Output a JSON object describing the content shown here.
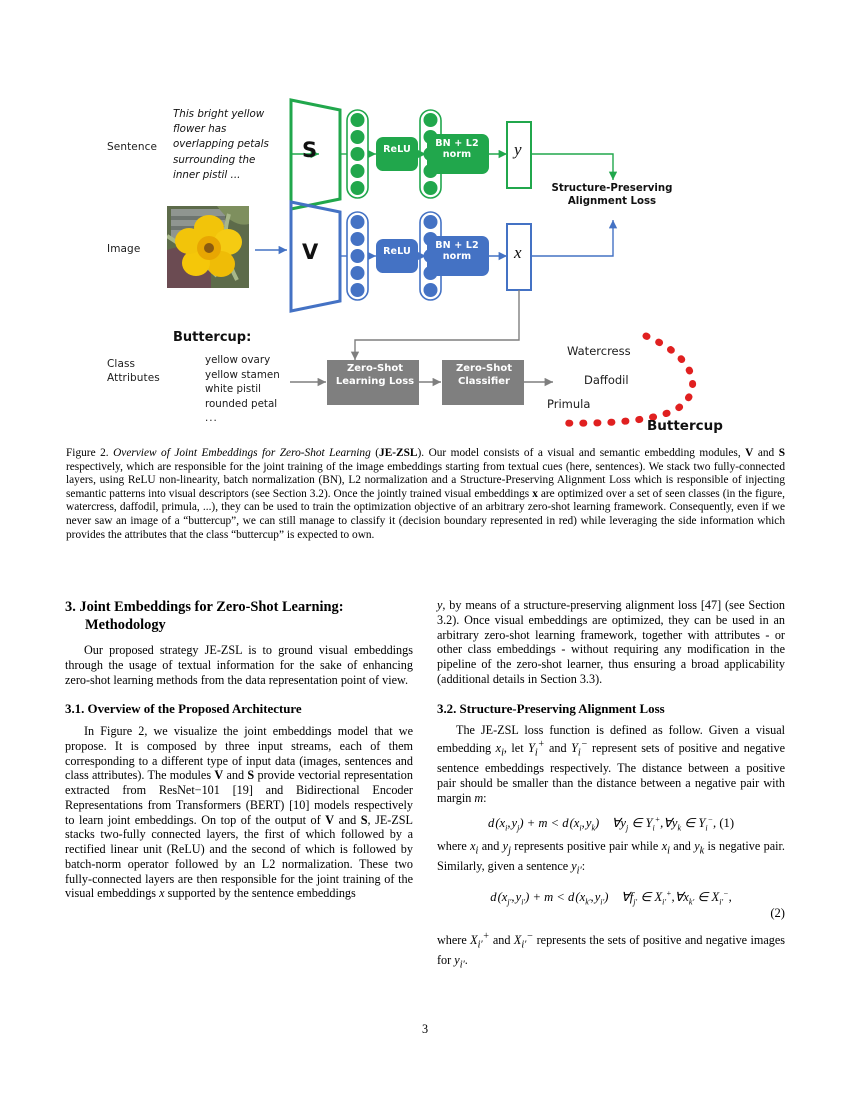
{
  "figure": {
    "labels": {
      "sentence": "Sentence",
      "image": "Image",
      "class_attributes_line1": "Class",
      "class_attributes_line2": "Attributes"
    },
    "sentence_text": "This bright yellow flower has overlapping petals surrounding the inner pistil ...",
    "class_title": "Buttercup:",
    "class_attributes": [
      "yellow ovary",
      "yellow stamen",
      "white pistil",
      "rounded petal",
      "..."
    ],
    "encoders": {
      "semantic": "S",
      "visual": "V"
    },
    "blocks": {
      "relu": "ReLU",
      "bn_l2_line1": "BN + L2",
      "bn_l2_line2": "norm",
      "zsl_loss_line1": "Zero-Shot",
      "zsl_loss_line2": "Learning Loss",
      "zs_classifier_line1": "Zero-Shot",
      "zs_classifier_line2": "Classifier"
    },
    "outputs": {
      "sentence_embedding": "y",
      "visual_embedding": "x"
    },
    "alignment_loss_line1": "Structure-Preserving",
    "alignment_loss_line2": "Alignment Loss",
    "classes": [
      "Watercress",
      "Daffodil",
      "Primula"
    ],
    "unseen_class": "Buttercup",
    "colors": {
      "green": "#21a74c",
      "blue": "#4472c4",
      "gray": "#7f7f7f",
      "red": "#e02020"
    }
  },
  "caption": {
    "number": "Figure 2.",
    "title": "Overview of Joint Embeddings for Zero-Shot Learning",
    "acronym": "JE-ZSL",
    "body_1": "). Our model consists of a visual and semantic embedding modules, ",
    "bold_v": "V",
    "body_2": " and ",
    "bold_s": "S",
    "body_3": " respectively, which are responsible for the joint training of the image embeddings starting from textual cues (here, sentences). We stack two fully-connected layers, using ReLU non-linearity, batch normalization (BN), L2 normalization and a Structure-Preserving Alignment Loss which is responsible of injecting semantic patterns into visual descriptors (see Section 3.2). Once the jointly trained visual embeddings ",
    "bold_x": "x",
    "body_4": " are optimized over a set of seen classes (in the figure, watercress, daffodil, primula, ...), they can be used to train the optimization objective of an arbitrary zero-shot learning framework. Consequently, even if we never saw an image of a “buttercup”, we can still manage to classify it (decision boundary represented in red) while leveraging the side information which provides the attributes that the class “buttercup” is expected to own."
  },
  "left_column": {
    "section_heading_line1": "3. Joint Embeddings for Zero-Shot Learning:",
    "section_heading_line2": "Methodology",
    "paragraph_1": "Our proposed strategy JE-ZSL is to ground visual embeddings through the usage of textual information for the sake of enhancing zero-shot learning methods from the data representation point of view.",
    "subsection_heading": "3.1. Overview of the Proposed Architecture",
    "paragraph_2a": "In Figure 2, we visualize the joint embeddings model that we propose. It is composed by three input streams, each of them corresponding to a different type of input data (images, sentences and class attributes). The modules ",
    "paragraph_2b": " and ",
    "paragraph_2c": " provide vectorial representation extracted from ResNet−101 [19] and Bidirectional Encoder Representations from Transformers (BERT) [10] models respectively to learn joint embeddings. On top of the output of ",
    "paragraph_2d": " and ",
    "paragraph_2e": ", JE-ZSL stacks two-fully connected layers, the first of which followed by a rectified linear unit (ReLU) and the second of which is followed by batch-norm operator followed by an L2 normalization. These two fully-connected layers are then responsible for the joint training of the visual embeddings ",
    "paragraph_2f": " supported by the sentence embeddings",
    "bold_v": "V",
    "bold_s": "S",
    "math_x": "x"
  },
  "right_column": {
    "paragraph_1a": ", by means of a structure-preserving alignment loss [47] (see Section 3.2). Once visual embeddings are optimized, they can be used in an arbitrary zero-shot learning framework, together with attributes - or other class embeddings - without requiring any modification in the pipeline of the zero-shot learner, thus ensuring a broad applicability (additional details in Section 3.3).",
    "math_y": "y",
    "subsection_heading": "3.2. Structure-Preserving Alignment Loss",
    "paragraph_2a": "The JE-ZSL loss function is defined as follow. Given a visual embedding ",
    "paragraph_2b": ", let ",
    "paragraph_2c": " and ",
    "paragraph_2d": " represent sets of positive and negative sentence embeddings respectively. The distance between a positive pair should be smaller than the distance between a negative pair with margin ",
    "paragraph_2e": ":",
    "equation_1": "d (xᵢ, yⱼ) + m < d (xᵢ, yₖ)    ∀yⱼ ∈ Yᵢ⁺, ∀yₖ ∈ Yᵢ⁻,",
    "equation_1_tag": "(1)",
    "paragraph_3a": "where ",
    "paragraph_3b": " and ",
    "paragraph_3c": " represents positive pair while ",
    "paragraph_3d": " and ",
    "paragraph_3e": " is negative pair. Similarly, given a sentence ",
    "paragraph_3f": ":",
    "equation_2_tag": "(2)",
    "paragraph_4a": "where ",
    "paragraph_4b": " and ",
    "paragraph_4c": " represents the sets of positive and negative images for ",
    "paragraph_4d": "."
  },
  "page_number": "3"
}
